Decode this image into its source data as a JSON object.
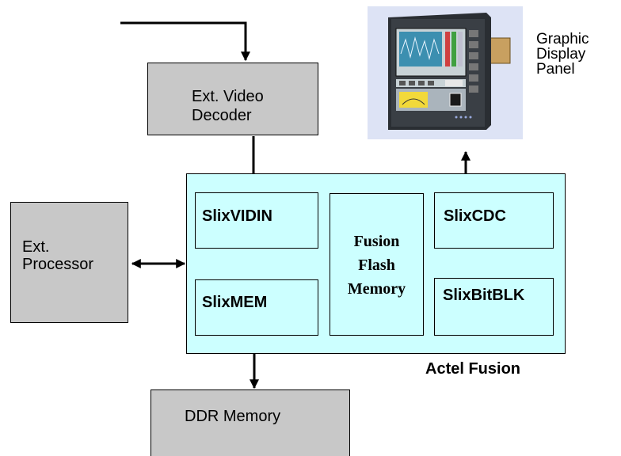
{
  "blocks": {
    "video_decoder": {
      "label_line1": "Ext. Video",
      "label_line2": "Decoder"
    },
    "processor": {
      "label_line1": "Ext.",
      "label_line2": "Processor"
    },
    "ddr_memory": {
      "label": "DDR Memory"
    },
    "fpga": {
      "label": "Actel Fusion"
    },
    "slix_vidin": {
      "label": "SlixVIDIN"
    },
    "slix_mem": {
      "label": "SlixMEM"
    },
    "fusion_flash": {
      "label_line1": "Fusion",
      "label_line2": "Flash",
      "label_line3": "Memory"
    },
    "slix_cdc": {
      "label": "SlixCDC"
    },
    "slix_bitblk": {
      "label": "SlixBitBLK"
    }
  },
  "display_panel": {
    "label_line1": "Graphic",
    "label_line2": "Display",
    "label_line3": "Panel"
  },
  "colors": {
    "external_block": "#c8c8c8",
    "fpga_block": "#ccffff",
    "panel_background": "#dde3f5"
  }
}
